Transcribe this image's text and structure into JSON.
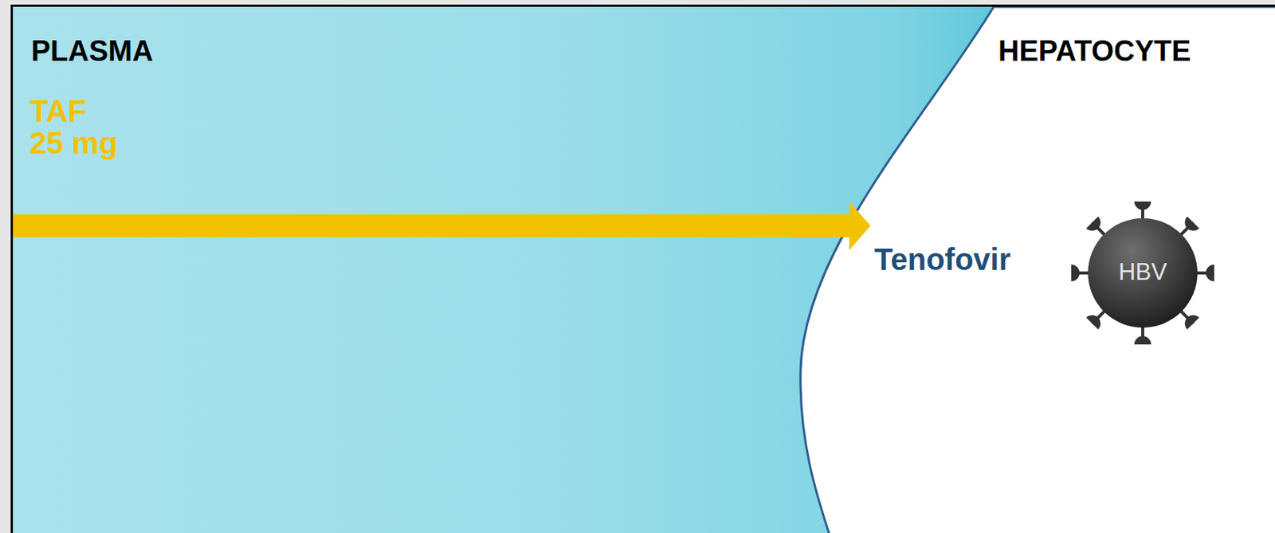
{
  "diagram": {
    "nodes": [
      {
        "text": [
          "PLASMA",
          "TAF 25 mg"
        ]
      },
      {
        "text": [
          "HEPATOCYTE",
          "Tenofovir"
        ]
      },
      {
        "text": [
          "HBV"
        ],
        "in": 1
      }
    ],
    "edges": [
      {
        "from": 0,
        "to": 1,
        "arrow": "to"
      }
    ]
  }
}
